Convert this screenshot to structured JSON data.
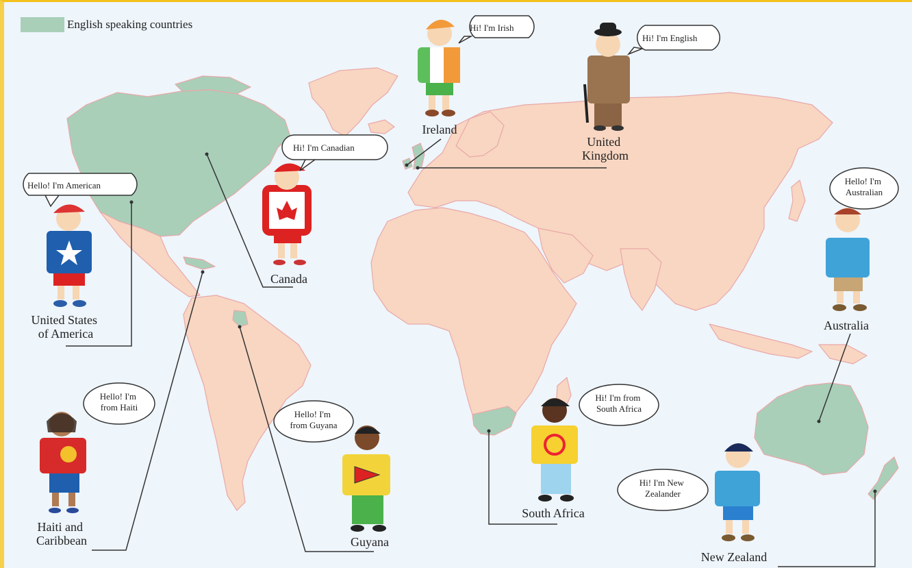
{
  "legend": {
    "label": "English speaking countries",
    "color": "#a9cfb9"
  },
  "colors": {
    "ocean": "#eef5fb",
    "land": "#f8d6c2",
    "english": "#a9cfb9",
    "border": "#e9a8a8"
  },
  "countries": [
    {
      "key": "ireland",
      "label": [
        "Ireland"
      ],
      "bubble": [
        "Hi! I'm Irish"
      ]
    },
    {
      "key": "uk",
      "label": [
        "United",
        "Kingdom"
      ],
      "bubble": [
        "Hi! I'm English"
      ]
    },
    {
      "key": "canada",
      "label": [
        "Canada"
      ],
      "bubble": [
        "Hi! I'm Canadian"
      ]
    },
    {
      "key": "usa",
      "label": [
        "United States",
        "of America"
      ],
      "bubble": [
        "Hello! I'm American"
      ]
    },
    {
      "key": "australia",
      "label": [
        "Australia"
      ],
      "bubble": [
        "Hello! I'm",
        "Australian"
      ]
    },
    {
      "key": "haiti",
      "label": [
        "Haiti and",
        "Caribbean"
      ],
      "bubble": [
        "Hello! I'm",
        "from Haiti"
      ]
    },
    {
      "key": "guyana",
      "label": [
        "Guyana"
      ],
      "bubble": [
        "Hello! I'm",
        "from Guyana"
      ]
    },
    {
      "key": "south_africa",
      "label": [
        "South Africa"
      ],
      "bubble": [
        "Hi! I'm from",
        "South Africa"
      ]
    },
    {
      "key": "new_zealand",
      "label": [
        "New Zealand"
      ],
      "bubble": [
        "Hi! I'm New",
        "Zealander"
      ]
    }
  ]
}
